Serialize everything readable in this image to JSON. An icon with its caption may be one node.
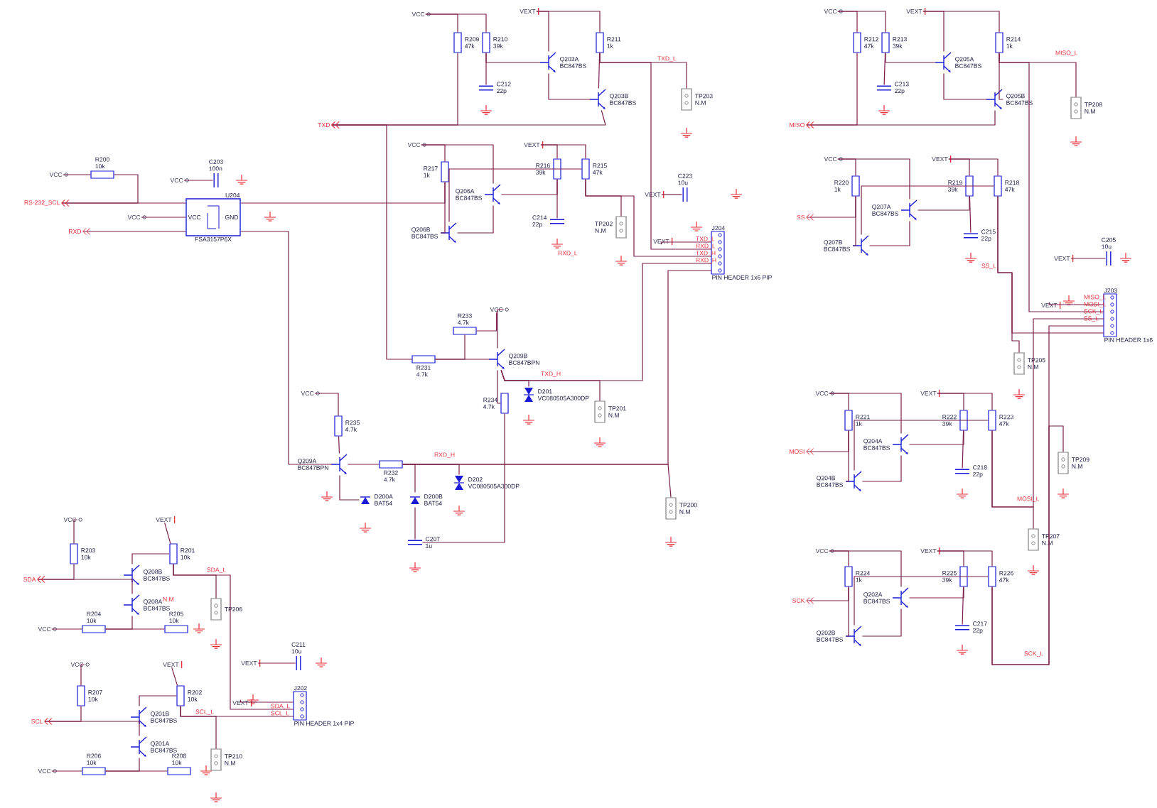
{
  "diagram": {
    "nodes": [
      {
        "text": [
          "VCC"
        ]
      },
      {
        "text": [
          "R209",
          "47k"
        ]
      },
      {
        "text": [
          "R210",
          "39k"
        ]
      },
      {
        "text": [
          "VEXT"
        ]
      },
      {
        "text": [
          "R211",
          "1k"
        ]
      },
      {
        "text": [
          "Q203A",
          "BC847BS"
        ]
      },
      {
        "text": [
          "C212",
          "22p"
        ]
      },
      {
        "text": [
          "Q203B",
          "BC847BS"
        ]
      },
      {
        "text": [
          "TP203",
          "N.M"
        ]
      },
      {
        "text": [
          "TXD"
        ]
      },
      {
        "text": [
          "VCC"
        ]
      },
      {
        "text": [
          "R217",
          "1k"
        ]
      },
      {
        "text": [
          "Q206A",
          "BC847BS"
        ]
      },
      {
        "text": [
          "Q206B",
          "BC847BS"
        ]
      },
      {
        "text": [
          "VEXT"
        ]
      },
      {
        "text": [
          "R216",
          "39k"
        ]
      },
      {
        "text": [
          "R215",
          "47k"
        ]
      },
      {
        "text": [
          "C214",
          "22p"
        ]
      },
      {
        "text": [
          "TP202",
          "N.M"
        ]
      },
      {
        "text": [
          "VCC"
        ]
      },
      {
        "text": [
          "R200",
          "10k"
        ]
      },
      {
        "text": [
          "RS-232_SCL"
        ]
      },
      {
        "text": [
          "VCC"
        ]
      },
      {
        "text": [
          "C203",
          "100n"
        ]
      },
      {
        "text": [
          "VCC"
        ]
      },
      {
        "text": [
          "RXD"
        ]
      },
      {
        "text": [
          "U204",
          "VCC",
          "GND",
          "FSA3157P6X"
        ]
      },
      {
        "text": [
          "VEXT"
        ]
      },
      {
        "text": [
          "C223",
          "10u"
        ]
      },
      {
        "text": [
          "VEXT"
        ]
      },
      {
        "text": [
          "J204",
          "PIN HEADER 1x6 PIP"
        ]
      },
      {
        "text": [
          "R233",
          "4.7k"
        ]
      },
      {
        "text": [
          "VCC"
        ]
      },
      {
        "text": [
          "R231",
          "4.7k"
        ]
      },
      {
        "text": [
          "Q209B",
          "BC847BPN"
        ]
      },
      {
        "text": [
          "R234",
          "4.7k"
        ]
      },
      {
        "text": [
          "D201",
          "VC080505A300DP"
        ]
      },
      {
        "text": [
          "TP201",
          "N.M"
        ]
      },
      {
        "text": [
          "VCC"
        ]
      },
      {
        "text": [
          "R235",
          "4.7k"
        ]
      },
      {
        "text": [
          "Q209A",
          "BC847BPN"
        ]
      },
      {
        "text": [
          "R232",
          "4.7k"
        ]
      },
      {
        "text": [
          "D200A",
          "BAT54"
        ]
      },
      {
        "text": [
          "D200B",
          "BAT54"
        ]
      },
      {
        "text": [
          "D202",
          "VC080505A300DP"
        ]
      },
      {
        "text": [
          "C207",
          "1u"
        ]
      },
      {
        "text": [
          "TP200",
          "N.M"
        ]
      },
      {
        "text": [
          "VCC"
        ]
      },
      {
        "text": [
          "R212",
          "47k"
        ]
      },
      {
        "text": [
          "R213",
          "39k"
        ]
      },
      {
        "text": [
          "VEXT"
        ]
      },
      {
        "text": [
          "R214",
          "1k"
        ]
      },
      {
        "text": [
          "Q205A",
          "BC847BS"
        ]
      },
      {
        "text": [
          "C213",
          "22p"
        ]
      },
      {
        "text": [
          "Q205B",
          "BC847BS"
        ]
      },
      {
        "text": [
          "TP208",
          "N.M"
        ]
      },
      {
        "text": [
          "MISO"
        ]
      },
      {
        "text": [
          "VCC"
        ]
      },
      {
        "text": [
          "R220",
          "1k"
        ]
      },
      {
        "text": [
          "SS"
        ]
      },
      {
        "text": [
          "Q207A",
          "BC847BS"
        ]
      },
      {
        "text": [
          "Q207B",
          "BC847BS"
        ]
      },
      {
        "text": [
          "VEXT"
        ]
      },
      {
        "text": [
          "R219",
          "39k"
        ]
      },
      {
        "text": [
          "R218",
          "47k"
        ]
      },
      {
        "text": [
          "C215",
          "22p"
        ]
      },
      {
        "text": [
          "VEXT"
        ]
      },
      {
        "text": [
          "C205",
          "10u"
        ]
      },
      {
        "text": [
          "VEXT"
        ]
      },
      {
        "text": [
          "J203",
          "PIN HEADER 1x6"
        ]
      },
      {
        "text": [
          "TP205",
          "N.M"
        ]
      },
      {
        "text": [
          "VCC"
        ]
      },
      {
        "text": [
          "R221",
          "1k"
        ]
      },
      {
        "text": [
          "MOSI"
        ]
      },
      {
        "text": [
          "Q204A",
          "BC847BS"
        ]
      },
      {
        "text": [
          "Q204B",
          "BC847BS"
        ]
      },
      {
        "text": [
          "VEXT"
        ]
      },
      {
        "text": [
          "R222",
          "39k"
        ]
      },
      {
        "text": [
          "R223",
          "47k"
        ]
      },
      {
        "text": [
          "C218",
          "22p"
        ]
      },
      {
        "text": [
          "TP209",
          "N.M"
        ]
      },
      {
        "text": [
          "VCC"
        ]
      },
      {
        "text": [
          "R224",
          "1k"
        ]
      },
      {
        "text": [
          "SCK"
        ]
      },
      {
        "text": [
          "Q202A",
          "BC847BS"
        ]
      },
      {
        "text": [
          "Q202B",
          "BC847BS"
        ]
      },
      {
        "text": [
          "VEXT"
        ]
      },
      {
        "text": [
          "R225",
          "39k"
        ]
      },
      {
        "text": [
          "R226",
          "47k"
        ]
      },
      {
        "text": [
          "C217",
          "22p"
        ]
      },
      {
        "text": [
          "TP207",
          "N.M"
        ]
      },
      {
        "text": [
          "VCC"
        ]
      },
      {
        "text": [
          "R203",
          "10k"
        ]
      },
      {
        "text": [
          "SDA"
        ]
      },
      {
        "text": [
          "VEXT"
        ]
      },
      {
        "text": [
          "R201",
          "10k"
        ]
      },
      {
        "text": [
          "Q208B",
          "BC847BS"
        ]
      },
      {
        "text": [
          "Q208A",
          "BC847BS"
        ]
      },
      {
        "text": [
          "VCC"
        ]
      },
      {
        "text": [
          "R204",
          "10k"
        ]
      },
      {
        "text": [
          "R205",
          "10k"
        ]
      },
      {
        "text": [
          "TP206"
        ]
      },
      {
        "text": [
          "VCC"
        ]
      },
      {
        "text": [
          "R207",
          "10k"
        ]
      },
      {
        "text": [
          "SCL"
        ]
      },
      {
        "text": [
          "VEXT"
        ]
      },
      {
        "text": [
          "R202",
          "10k"
        ]
      },
      {
        "text": [
          "Q201B",
          "BC847BS"
        ]
      },
      {
        "text": [
          "Q201A",
          "BC847BS"
        ]
      },
      {
        "text": [
          "VCC"
        ]
      },
      {
        "text": [
          "R206",
          "10k"
        ]
      },
      {
        "text": [
          "R208",
          "10k"
        ]
      },
      {
        "text": [
          "TP210",
          "N.M"
        ]
      },
      {
        "text": [
          "VEXT"
        ]
      },
      {
        "text": [
          "C211",
          "10u"
        ]
      },
      {
        "text": [
          "VEXT"
        ]
      },
      {
        "text": [
          "J202",
          "PIN HEADER 1x4 PIP"
        ]
      }
    ],
    "edges": [
      {
        "from": 0,
        "to": 1,
        "arrow": "none"
      },
      {
        "from": 0,
        "to": 2,
        "arrow": "none"
      },
      {
        "from": 3,
        "to": 5,
        "arrow": "none"
      },
      {
        "from": 3,
        "to": 4,
        "arrow": "none"
      },
      {
        "from": 2,
        "to": 6,
        "arrow": "none"
      },
      {
        "from": 2,
        "to": 5,
        "arrow": "none"
      },
      {
        "from": 5,
        "to": 7,
        "arrow": "none"
      },
      {
        "from": 4,
        "to": 7,
        "arrow": "none"
      },
      {
        "from": 4,
        "to": 8,
        "arrow": "none"
      },
      {
        "from": 7,
        "to": 9,
        "arrow": "to"
      },
      {
        "from": 1,
        "to": 9,
        "arrow": "to"
      },
      {
        "from": 10,
        "to": 11,
        "arrow": "none"
      },
      {
        "from": 10,
        "to": 12,
        "arrow": "none"
      },
      {
        "from": 14,
        "to": 15,
        "arrow": "none"
      },
      {
        "from": 14,
        "to": 16,
        "arrow": "none"
      },
      {
        "from": 15,
        "to": 17,
        "arrow": "none"
      },
      {
        "from": 15,
        "to": 12,
        "arrow": "none"
      },
      {
        "from": 12,
        "to": 13,
        "arrow": "none"
      },
      {
        "from": 11,
        "to": 13,
        "arrow": "none"
      },
      {
        "from": 16,
        "to": 18,
        "arrow": "none"
      },
      {
        "from": 13,
        "to": 16,
        "arrow": "none"
      },
      {
        "from": 26,
        "to": 11,
        "arrow": "none"
      },
      {
        "from": 16,
        "to": 30,
        "arrow": "none"
      },
      {
        "from": 4,
        "to": 30,
        "arrow": "none"
      },
      {
        "from": 19,
        "to": 20,
        "arrow": "none"
      },
      {
        "from": 20,
        "to": 21,
        "arrow": "to"
      },
      {
        "from": 26,
        "to": 21,
        "arrow": "to"
      },
      {
        "from": 24,
        "to": 26,
        "arrow": "none"
      },
      {
        "from": 26,
        "to": 25,
        "arrow": "to"
      },
      {
        "from": 22,
        "to": 23,
        "arrow": "none"
      },
      {
        "from": 26,
        "to": 40,
        "arrow": "none"
      },
      {
        "from": 27,
        "to": 28,
        "arrow": "none"
      },
      {
        "from": 29,
        "to": 30,
        "arrow": "none"
      },
      {
        "from": 33,
        "to": 9,
        "arrow": "to"
      },
      {
        "from": 33,
        "to": 34,
        "arrow": "none"
      },
      {
        "from": 33,
        "to": 31,
        "arrow": "none"
      },
      {
        "from": 31,
        "to": 32,
        "arrow": "none"
      },
      {
        "from": 32,
        "to": 34,
        "arrow": "none"
      },
      {
        "from": 34,
        "to": 35,
        "arrow": "none"
      },
      {
        "from": 34,
        "to": 36,
        "arrow": "none"
      },
      {
        "from": 34,
        "to": 37,
        "arrow": "none"
      },
      {
        "from": 34,
        "to": 30,
        "arrow": "none"
      },
      {
        "from": 38,
        "to": 39,
        "arrow": "none"
      },
      {
        "from": 39,
        "to": 40,
        "arrow": "none"
      },
      {
        "from": 40,
        "to": 41,
        "arrow": "none"
      },
      {
        "from": 40,
        "to": 42,
        "arrow": "none"
      },
      {
        "from": 41,
        "to": 43,
        "arrow": "none"
      },
      {
        "from": 41,
        "to": 44,
        "arrow": "none"
      },
      {
        "from": 43,
        "to": 45,
        "arrow": "none"
      },
      {
        "from": 35,
        "to": 45,
        "arrow": "none"
      },
      {
        "from": 41,
        "to": 46,
        "arrow": "none"
      },
      {
        "from": 41,
        "to": 30,
        "arrow": "none"
      },
      {
        "from": 47,
        "to": 48,
        "arrow": "none"
      },
      {
        "from": 47,
        "to": 49,
        "arrow": "none"
      },
      {
        "from": 50,
        "to": 52,
        "arrow": "none"
      },
      {
        "from": 50,
        "to": 51,
        "arrow": "none"
      },
      {
        "from": 49,
        "to": 53,
        "arrow": "none"
      },
      {
        "from": 49,
        "to": 52,
        "arrow": "none"
      },
      {
        "from": 52,
        "to": 54,
        "arrow": "none"
      },
      {
        "from": 51,
        "to": 54,
        "arrow": "none"
      },
      {
        "from": 51,
        "to": 55,
        "arrow": "none"
      },
      {
        "from": 54,
        "to": 56,
        "arrow": "to"
      },
      {
        "from": 48,
        "to": 56,
        "arrow": "to"
      },
      {
        "from": 51,
        "to": 69,
        "arrow": "none"
      },
      {
        "from": 57,
        "to": 58,
        "arrow": "none"
      },
      {
        "from": 57,
        "to": 60,
        "arrow": "none"
      },
      {
        "from": 62,
        "to": 63,
        "arrow": "none"
      },
      {
        "from": 62,
        "to": 64,
        "arrow": "none"
      },
      {
        "from": 63,
        "to": 65,
        "arrow": "none"
      },
      {
        "from": 63,
        "to": 60,
        "arrow": "none"
      },
      {
        "from": 60,
        "to": 61,
        "arrow": "none"
      },
      {
        "from": 58,
        "to": 61,
        "arrow": "none"
      },
      {
        "from": 58,
        "to": 59,
        "arrow": "to"
      },
      {
        "from": 61,
        "to": 64,
        "arrow": "none"
      },
      {
        "from": 64,
        "to": 69,
        "arrow": "none"
      },
      {
        "from": 64,
        "to": 70,
        "arrow": "none"
      },
      {
        "from": 66,
        "to": 67,
        "arrow": "none"
      },
      {
        "from": 68,
        "to": 69,
        "arrow": "none"
      },
      {
        "from": 71,
        "to": 72,
        "arrow": "none"
      },
      {
        "from": 71,
        "to": 74,
        "arrow": "none"
      },
      {
        "from": 76,
        "to": 77,
        "arrow": "none"
      },
      {
        "from": 76,
        "to": 78,
        "arrow": "none"
      },
      {
        "from": 77,
        "to": 79,
        "arrow": "none"
      },
      {
        "from": 77,
        "to": 74,
        "arrow": "none"
      },
      {
        "from": 74,
        "to": 75,
        "arrow": "none"
      },
      {
        "from": 72,
        "to": 75,
        "arrow": "none"
      },
      {
        "from": 72,
        "to": 73,
        "arrow": "to"
      },
      {
        "from": 75,
        "to": 78,
        "arrow": "none"
      },
      {
        "from": 78,
        "to": 69,
        "arrow": "none"
      },
      {
        "from": 78,
        "to": 90,
        "arrow": "none"
      },
      {
        "from": 81,
        "to": 82,
        "arrow": "none"
      },
      {
        "from": 81,
        "to": 84,
        "arrow": "none"
      },
      {
        "from": 86,
        "to": 87,
        "arrow": "none"
      },
      {
        "from": 86,
        "to": 88,
        "arrow": "none"
      },
      {
        "from": 87,
        "to": 89,
        "arrow": "none"
      },
      {
        "from": 87,
        "to": 84,
        "arrow": "none"
      },
      {
        "from": 84,
        "to": 85,
        "arrow": "none"
      },
      {
        "from": 82,
        "to": 85,
        "arrow": "none"
      },
      {
        "from": 82,
        "to": 83,
        "arrow": "to"
      },
      {
        "from": 85,
        "to": 88,
        "arrow": "none"
      },
      {
        "from": 88,
        "to": 80,
        "arrow": "none"
      },
      {
        "from": 88,
        "to": 69,
        "arrow": "none"
      },
      {
        "from": 91,
        "to": 92,
        "arrow": "none"
      },
      {
        "from": 92,
        "to": 93,
        "arrow": "to"
      },
      {
        "from": 94,
        "to": 95,
        "arrow": "none"
      },
      {
        "from": 96,
        "to": 93,
        "arrow": "to"
      },
      {
        "from": 96,
        "to": 95,
        "arrow": "none"
      },
      {
        "from": 97,
        "to": 96,
        "arrow": "none"
      },
      {
        "from": 98,
        "to": 99,
        "arrow": "none"
      },
      {
        "from": 99,
        "to": 97,
        "arrow": "none"
      },
      {
        "from": 99,
        "to": 100,
        "arrow": "none"
      },
      {
        "from": 95,
        "to": 101,
        "arrow": "none"
      },
      {
        "from": 95,
        "to": 116,
        "arrow": "none"
      },
      {
        "from": 102,
        "to": 103,
        "arrow": "none"
      },
      {
        "from": 103,
        "to": 104,
        "arrow": "to"
      },
      {
        "from": 105,
        "to": 106,
        "arrow": "none"
      },
      {
        "from": 107,
        "to": 104,
        "arrow": "to"
      },
      {
        "from": 107,
        "to": 106,
        "arrow": "none"
      },
      {
        "from": 108,
        "to": 107,
        "arrow": "none"
      },
      {
        "from": 109,
        "to": 110,
        "arrow": "none"
      },
      {
        "from": 110,
        "to": 108,
        "arrow": "none"
      },
      {
        "from": 110,
        "to": 111,
        "arrow": "none"
      },
      {
        "from": 106,
        "to": 112,
        "arrow": "none"
      },
      {
        "from": 106,
        "to": 116,
        "arrow": "none"
      },
      {
        "from": 113,
        "to": 114,
        "arrow": "none"
      },
      {
        "from": 115,
        "to": 116,
        "arrow": "none"
      }
    ],
    "labels": [
      "TXD_L",
      "MISO_L",
      "RXD_L",
      "SS_L",
      "TXD_L",
      "RXD_L",
      "TXD_H",
      "RXD_H",
      "MISO_L",
      "MOSI_L",
      "SCK_L",
      "SS_L",
      "TXD_H",
      "RXD_H",
      "MOSI_L",
      "SDA_L",
      "N.M",
      "SCK_L",
      "SCL_L",
      "SDA_L",
      "SCL_L"
    ]
  }
}
